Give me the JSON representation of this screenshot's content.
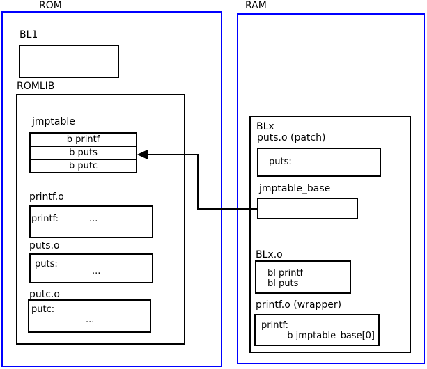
{
  "rom": {
    "label": "ROM",
    "bl1": {
      "label": "BL1"
    },
    "romlib": {
      "label": "ROMLIB",
      "jmptable": {
        "label": "jmptable",
        "rows": [
          "b printf",
          "b puts",
          "b putc"
        ]
      },
      "printf_o": {
        "label": "printf.o",
        "symbol": "printf:",
        "body": "..."
      },
      "puts_o": {
        "label": "puts.o",
        "symbol": "puts:",
        "body": "..."
      },
      "putc_o": {
        "label": "putc.o",
        "symbol": "putc:",
        "body": "..."
      }
    }
  },
  "ram": {
    "label": "RAM",
    "blx": {
      "label": "BLx",
      "puts_patch": {
        "label": "puts.o (patch)",
        "symbol": "puts:"
      },
      "jmptable_base": {
        "label": "jmptable_base"
      },
      "blx_o": {
        "label": "BLx.o",
        "line1": "bl printf",
        "line2": "bl puts"
      },
      "printf_wrapper": {
        "label": "printf.o (wrapper)",
        "symbol": "printf:",
        "body": "b jmptable_base[0]"
      }
    }
  },
  "colors": {
    "frame_blue": "#0000ff",
    "line_black": "#000000"
  }
}
